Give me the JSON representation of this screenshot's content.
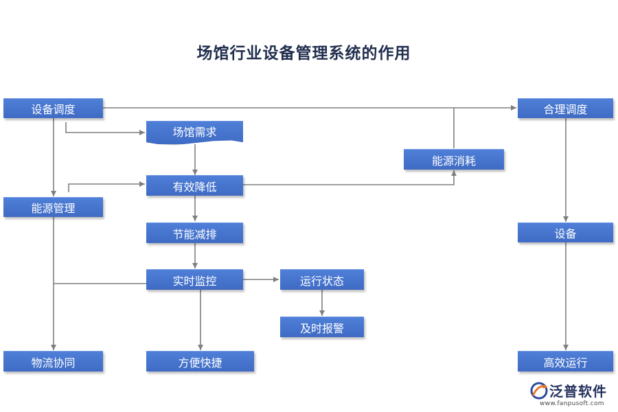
{
  "title": "场馆行业设备管理系统的作用",
  "nodes": {
    "scheduling": "设备调度",
    "venue_demand": "场馆需求",
    "effective_reduction": "有效降低",
    "energy_saving": "节能减排",
    "realtime_monitor": "实时监控",
    "running_status": "运行状态",
    "timely_alarm": "及时报警",
    "convenient": "方便快捷",
    "energy_mgmt": "能源管理",
    "logistics": "物流协同",
    "energy_consumption": "能源消耗",
    "rational_scheduling": "合理调度",
    "equipment": "设备",
    "efficient_operation": "高效运行"
  },
  "colors": {
    "node_fill": "#4472c4",
    "arrow": "#7f7f7f",
    "title": "#1f2d4d"
  },
  "logo": {
    "name": "泛普软件",
    "url": "www.fanpusoft.com"
  }
}
